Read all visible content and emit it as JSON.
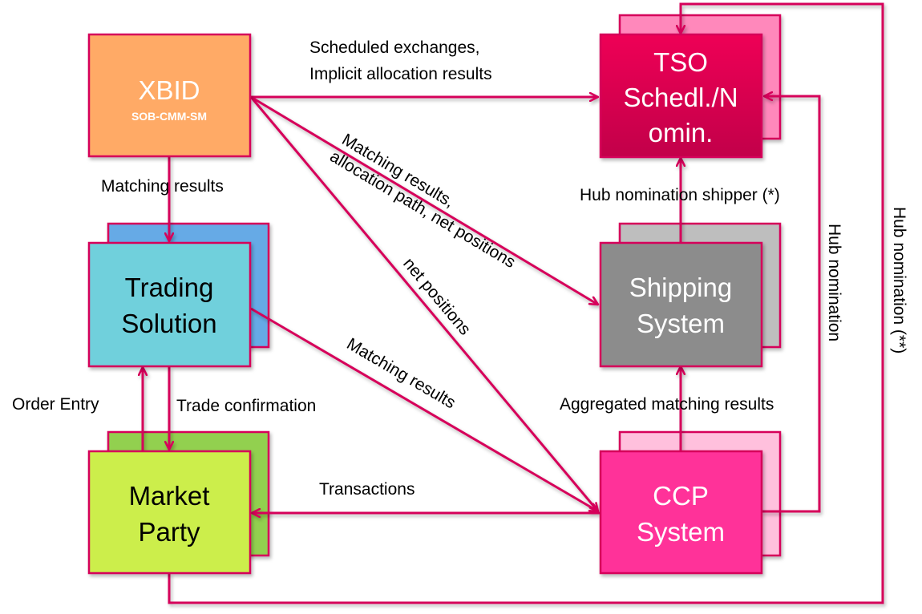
{
  "colors": {
    "connector": "#D6005A",
    "xbid_fill": "#FFAA66",
    "trading_fill": "#70D0DC",
    "trading_back": "#66AAE6",
    "market_fill": "#CCEE4C",
    "market_back": "#92D050",
    "tso_fill_top": "#EE0055",
    "tso_fill_bottom": "#C2004A",
    "tso_back": "#FF88BB",
    "shipping_fill": "#8C8C8C",
    "shipping_back": "#BEBEBE",
    "ccp_fill": "#FF3399",
    "ccp_back": "#FFC0DD"
  },
  "nodes": {
    "xbid": {
      "title": "XBID",
      "subtitle": "SOB-CMM-SM"
    },
    "trading": {
      "line1": "Trading",
      "line2": "Solution"
    },
    "market": {
      "line1": "Market",
      "line2": "Party"
    },
    "tso": {
      "line1": "TSO",
      "line2": "Schedl./N",
      "line3": "omin."
    },
    "shipping": {
      "line1": "Shipping",
      "line2": "System"
    },
    "ccp": {
      "line1": "CCP",
      "line2": "System"
    }
  },
  "edges": {
    "xbid_to_tso": {
      "line1": "Scheduled exchanges,",
      "line2": "Implicit allocation results"
    },
    "xbid_to_trading": {
      "label": "Matching results"
    },
    "xbid_to_shipping": {
      "line1": "Matching results,",
      "line2": "allocation path, net positions"
    },
    "xbid_to_ccp": {
      "label": "net positions"
    },
    "trading_to_ccp": {
      "label": "Matching results"
    },
    "market_to_trading": {
      "label": "Order Entry"
    },
    "trading_to_market": {
      "label": "Trade confirmation"
    },
    "ccp_to_market": {
      "label": "Transactions"
    },
    "ccp_to_shipping": {
      "label": "Aggregated matching results"
    },
    "shipping_to_tso": {
      "label": "Hub nomination shipper (*)"
    },
    "ccp_to_tso": {
      "label": "Hub nomination"
    },
    "market_to_tso": {
      "label": "Hub nomination (**)"
    }
  }
}
